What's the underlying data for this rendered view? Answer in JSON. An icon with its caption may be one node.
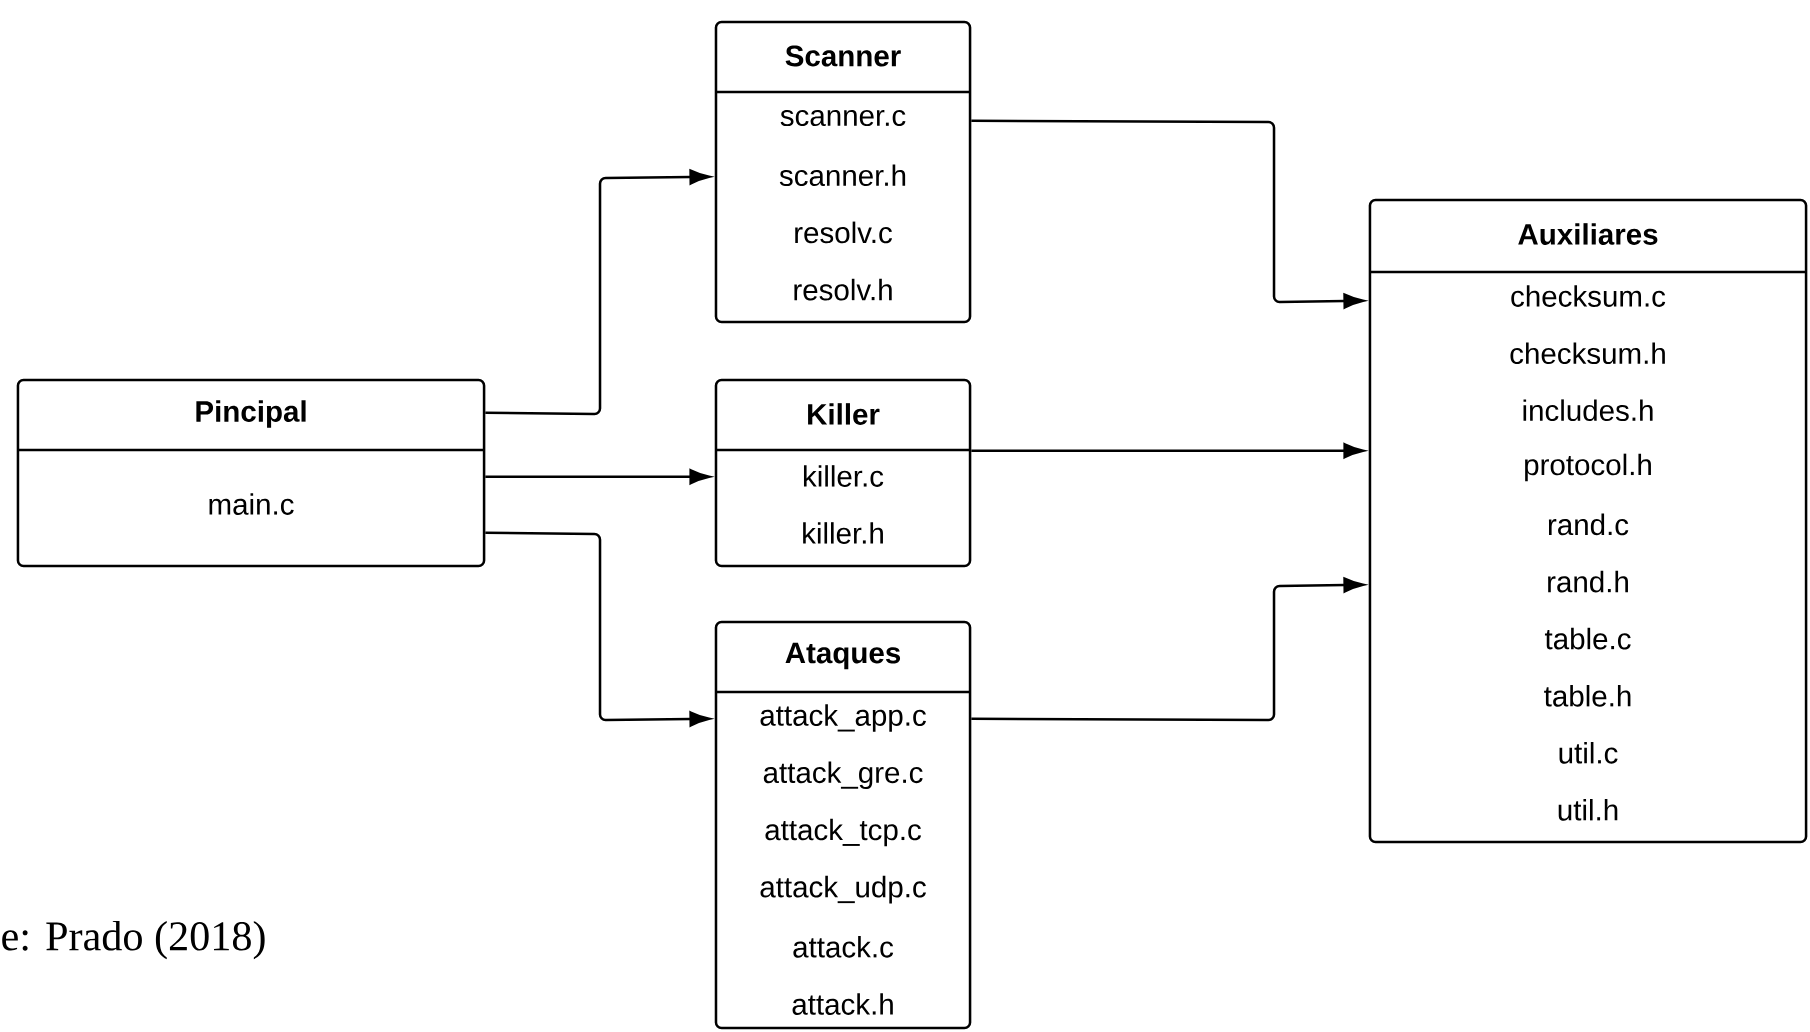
{
  "diagram": {
    "nodes": [
      {
        "text": [
          "Pincipal",
          "main.c"
        ]
      },
      {
        "text": [
          "Scanner",
          "scanner.c",
          "scanner.h",
          "resolv.c",
          "resolv.h"
        ]
      },
      {
        "text": [
          "Killer",
          "killer.c",
          "killer.h"
        ]
      },
      {
        "text": [
          "Ataques",
          "attack_app.c",
          "attack_gre.c",
          "attack_tcp.c",
          "attack_udp.c",
          "attack.c",
          "attack.h"
        ]
      },
      {
        "text": [
          "Auxiliares",
          "checksum.c",
          "checksum.h",
          "includes.h",
          "protocol.h",
          "rand.c",
          "rand.h",
          "table.c",
          "table.h",
          "util.c",
          "util.h"
        ]
      }
    ],
    "edges": [
      {
        "from": 0,
        "to": 1,
        "arrow": "to"
      },
      {
        "from": 0,
        "to": 2,
        "arrow": "to"
      },
      {
        "from": 0,
        "to": 3,
        "arrow": "to"
      },
      {
        "from": 1,
        "to": 4,
        "arrow": "to"
      },
      {
        "from": 2,
        "to": 4,
        "arrow": "to"
      },
      {
        "from": 3,
        "to": 4,
        "arrow": "to"
      }
    ],
    "labels": [
      "e: Prado (2018)"
    ]
  }
}
